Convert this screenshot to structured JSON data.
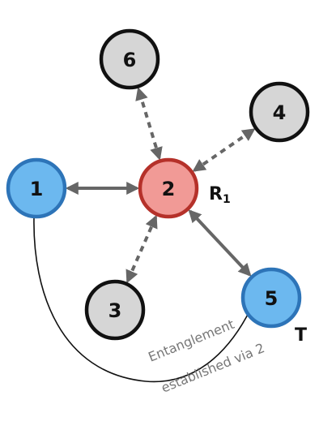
{
  "colors": {
    "gray_fill": "#d6d6d6",
    "blue_fill": "#6cb8ef",
    "blue_stroke": "#2d74b8",
    "red_fill": "#f19a96",
    "red_stroke": "#b5312a",
    "edge": "#666666",
    "curve": "#111111"
  },
  "nodes": [
    {
      "id": "6",
      "label": "6",
      "style": "gray"
    },
    {
      "id": "4",
      "label": "4",
      "style": "gray"
    },
    {
      "id": "1",
      "label": "1",
      "style": "blue"
    },
    {
      "id": "2",
      "label": "2",
      "style": "red"
    },
    {
      "id": "3",
      "label": "3",
      "style": "gray"
    },
    {
      "id": "5",
      "label": "5",
      "style": "blue"
    }
  ],
  "edges": [
    {
      "from": "1",
      "to": "2",
      "line": "solid",
      "arrows": "both"
    },
    {
      "from": "2",
      "to": "5",
      "line": "solid",
      "arrows": "both"
    },
    {
      "from": "2",
      "to": "6",
      "line": "dashed",
      "arrows": "both"
    },
    {
      "from": "2",
      "to": "4",
      "line": "dashed",
      "arrows": "both"
    },
    {
      "from": "2",
      "to": "3",
      "line": "dashed",
      "arrows": "both"
    }
  ],
  "role_labels": {
    "repeater_main": "R",
    "repeater_sub": "1",
    "target": "T"
  },
  "annotation": {
    "line1": "Entanglement",
    "line2": "established via 2"
  }
}
